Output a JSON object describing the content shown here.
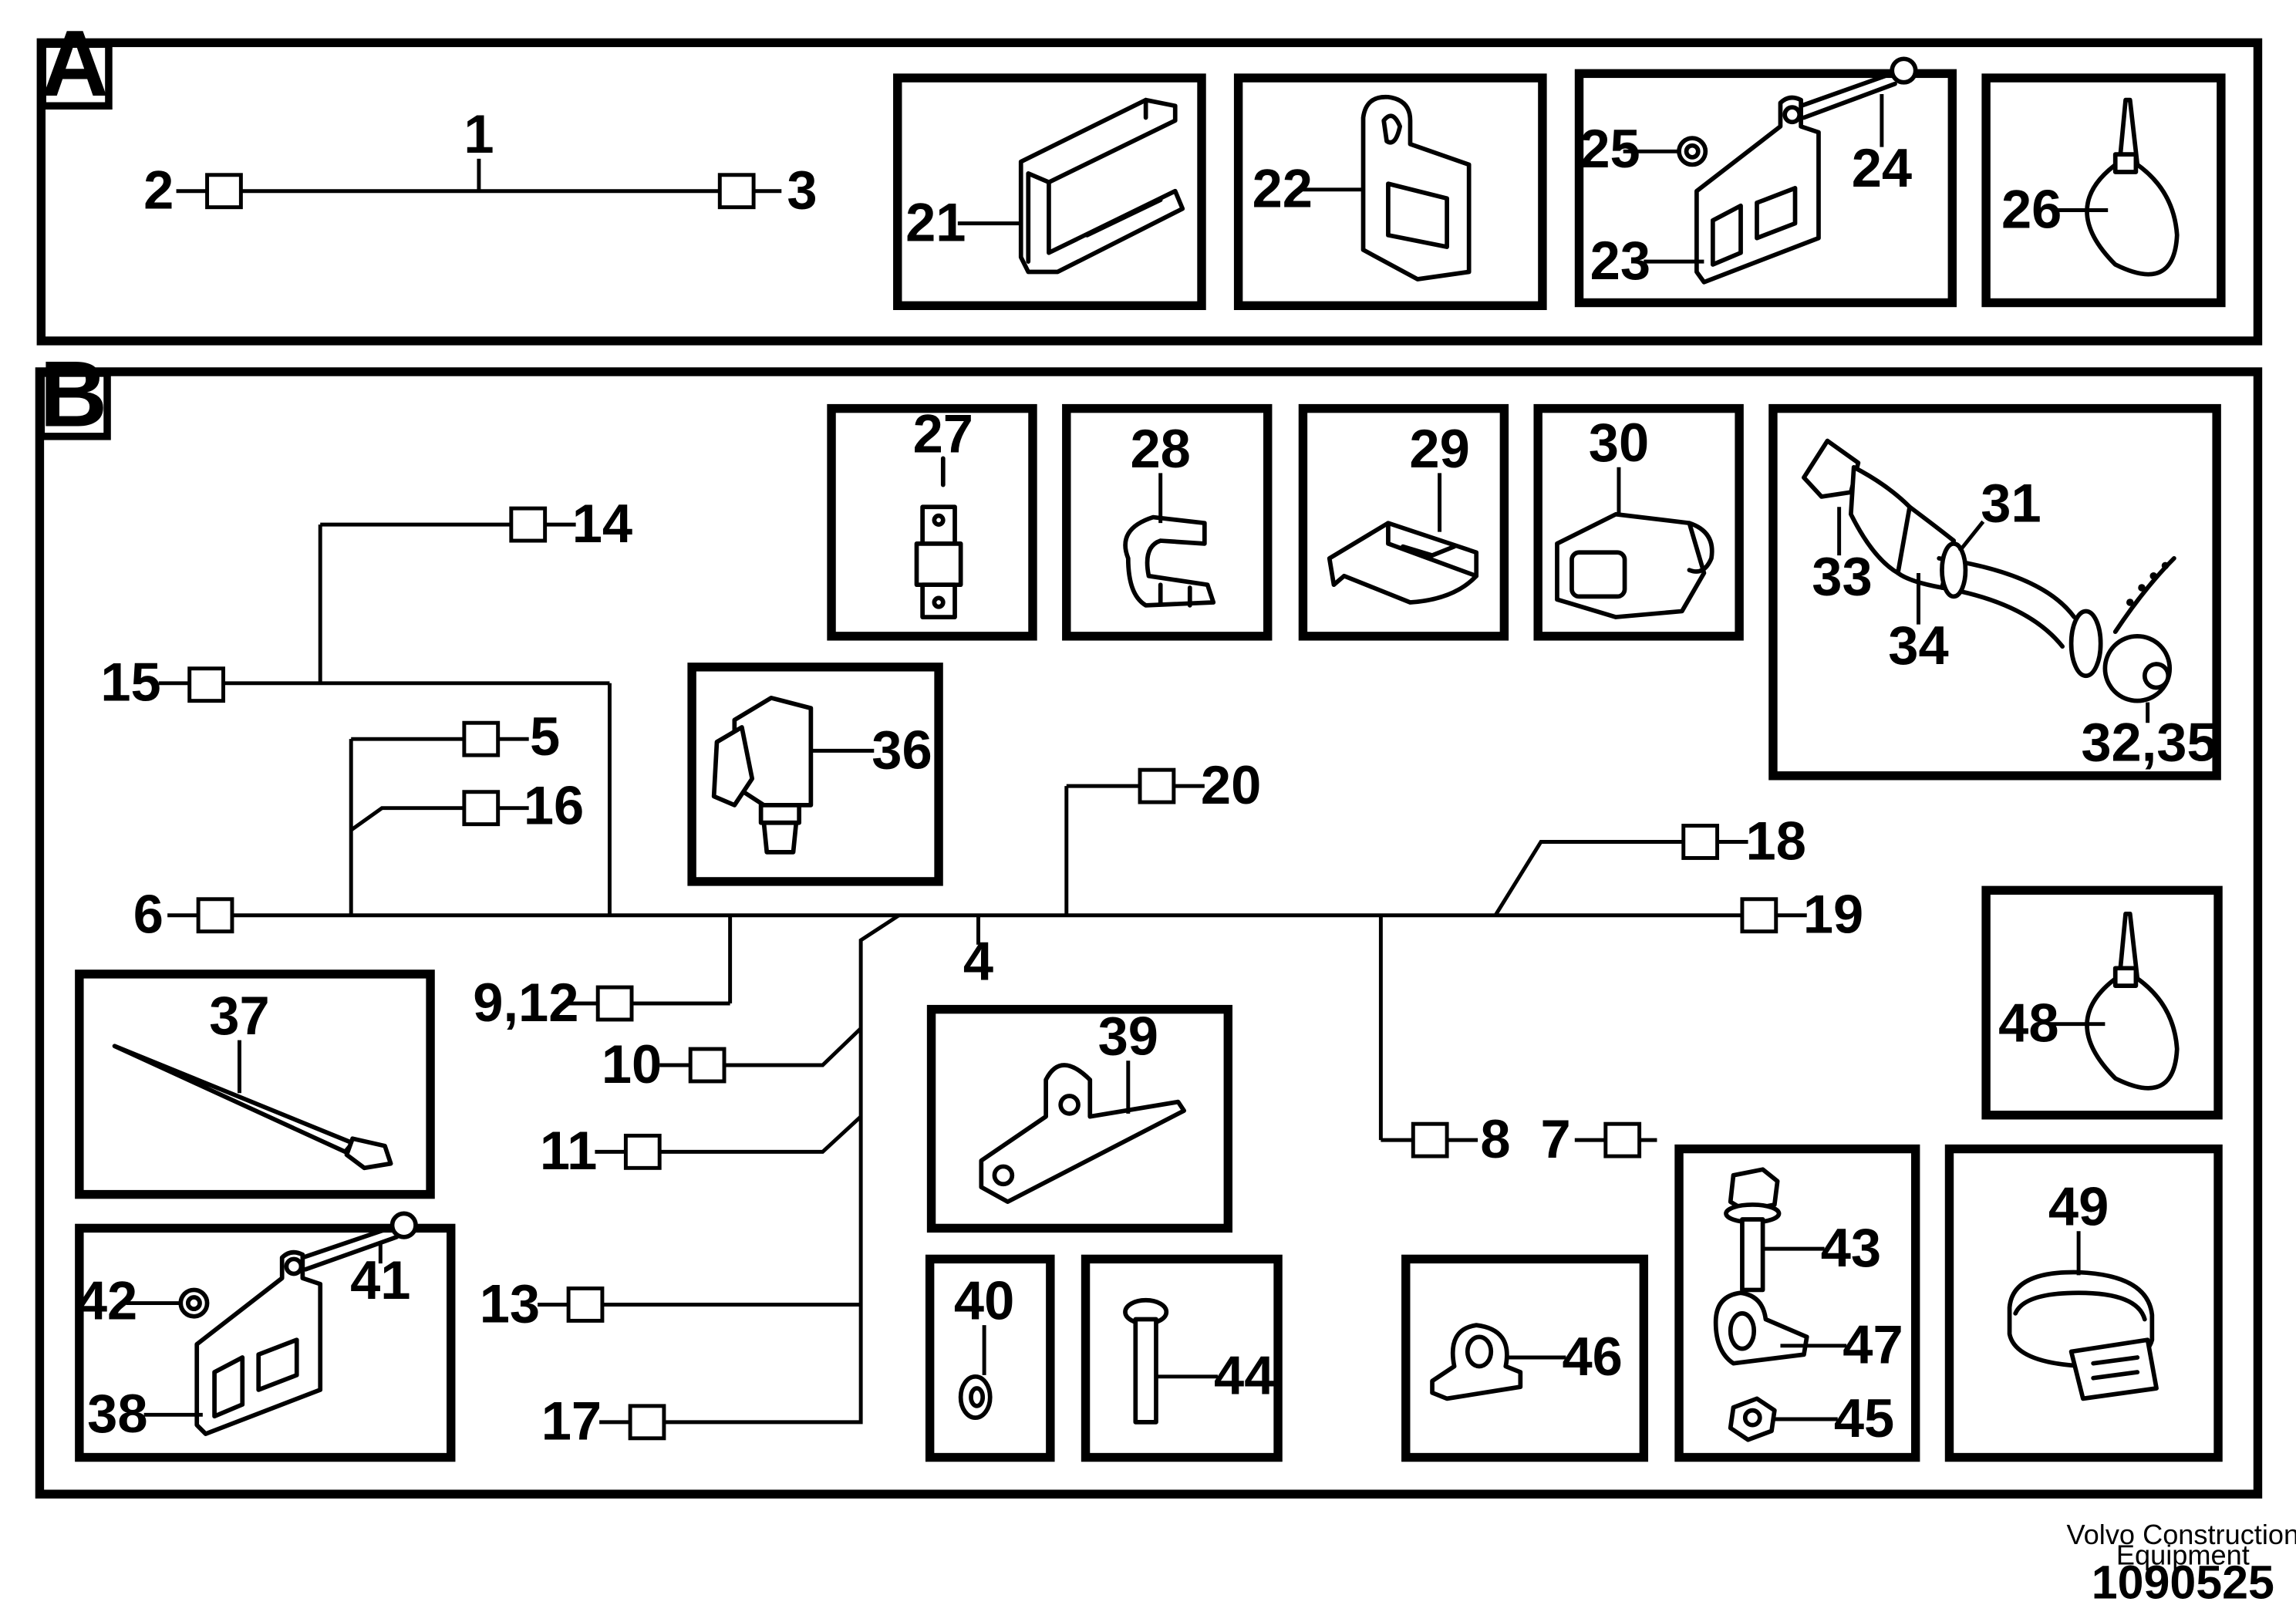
{
  "sections": {
    "a": "A",
    "b": "B"
  },
  "labels": {
    "l1": "1",
    "l2": "2",
    "l3": "3",
    "l4": "4",
    "l5": "5",
    "l6": "6",
    "l7": "7",
    "l8": "8",
    "l9_12": "9,12",
    "l10": "10",
    "l11": "11",
    "l13": "13",
    "l14": "14",
    "l15": "15",
    "l16": "16",
    "l17": "17",
    "l18": "18",
    "l19": "19",
    "l20": "20",
    "l21": "21",
    "l22": "22",
    "l23": "23",
    "l24": "24",
    "l25": "25",
    "l26": "26",
    "l27": "27",
    "l28": "28",
    "l29": "29",
    "l30": "30",
    "l31": "31",
    "l32_35": "32,35",
    "l33": "33",
    "l34": "34",
    "l36": "36",
    "l37": "37",
    "l38": "38",
    "l39": "39",
    "l40": "40",
    "l41": "41",
    "l42": "42",
    "l43": "43",
    "l44": "44",
    "l45": "45",
    "l46": "46",
    "l47": "47",
    "l48": "48",
    "l49": "49"
  },
  "footer": {
    "company_line1": "Volvo Construction",
    "company_line2": "Equipment",
    "drawing_number": "1090525"
  }
}
